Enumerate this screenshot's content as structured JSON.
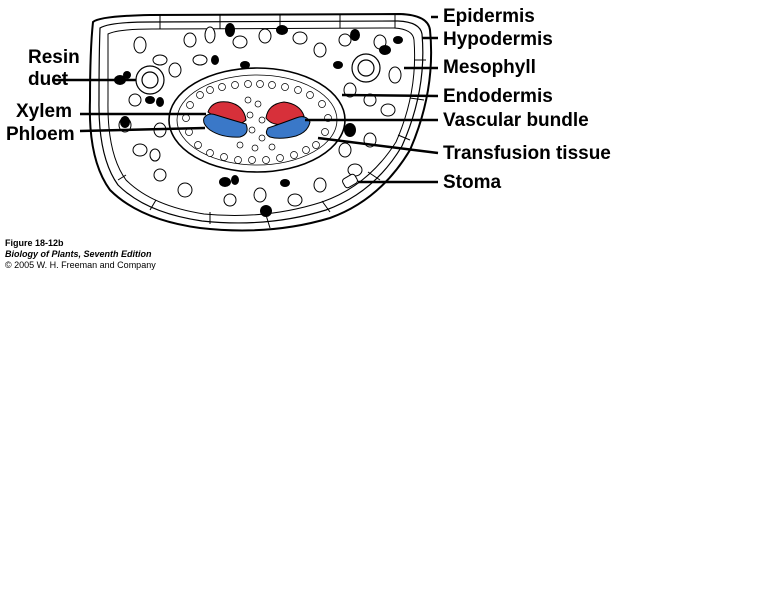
{
  "labels": {
    "epidermis": "Epidermis",
    "hypodermis": "Hypodermis",
    "mesophyll": "Mesophyll",
    "endodermis": "Endodermis",
    "vascular_bundle": "Vascular bundle",
    "transfusion_tissue": "Transfusion tissue",
    "stoma": "Stoma",
    "resin": "Resin",
    "duct": "duct",
    "xylem": "Xylem",
    "phloem": "Phloem"
  },
  "caption": {
    "figure": "Figure 18-12b",
    "book": "Biology of Plants, Seventh Edition",
    "copyright": "© 2005 W. H. Freeman and Company"
  },
  "colors": {
    "xylem": "#d7303a",
    "phloem": "#3a78c8",
    "outline": "#000000",
    "cell_fill": "#ffffff"
  }
}
